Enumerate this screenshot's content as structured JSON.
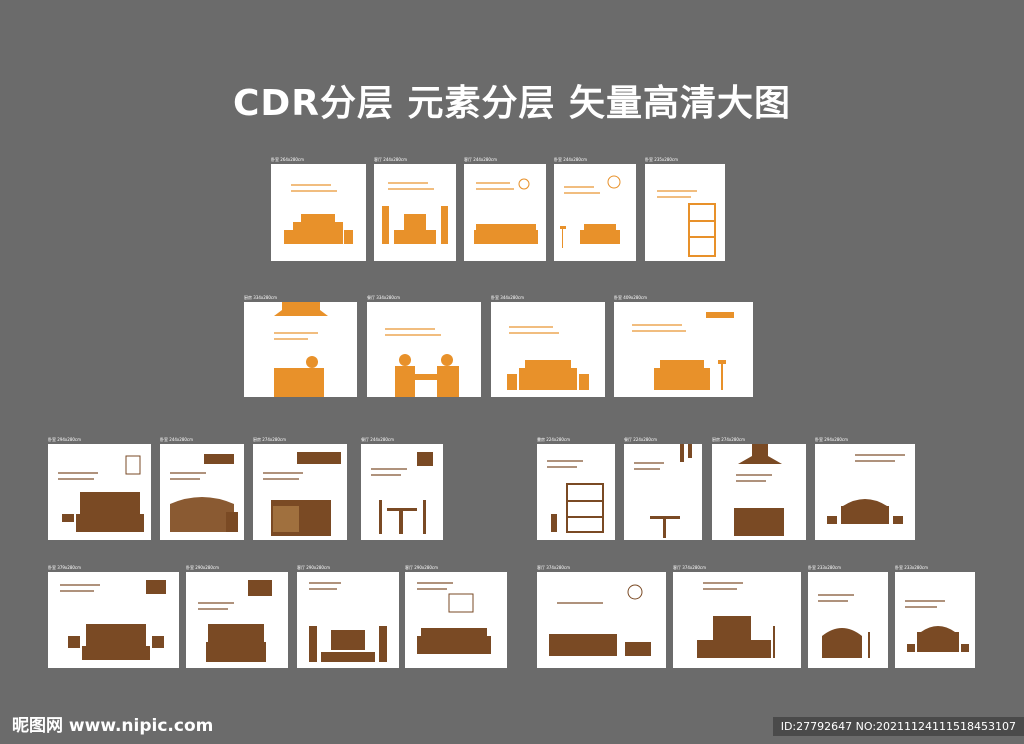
{
  "title": "CDR分层 元素分层 矢量高清大图",
  "watermark_left": "昵图网 www.nipic.com",
  "watermark_right": "ID:27792647 NO:20211124111518453107",
  "colors": {
    "orange": "#e8912a",
    "brown": "#7a4a24",
    "bg": "#6b6b6b"
  },
  "cards": [
    {
      "label": "卧室 264x280cm"
    },
    {
      "label": "客厅 244x280cm"
    },
    {
      "label": "客厅 244x280cm"
    },
    {
      "label": "卧室 244x280cm"
    },
    {
      "label": "卧室 235x280cm"
    },
    {
      "label": "厨房 334x280cm"
    },
    {
      "label": "餐厅 334x280cm"
    },
    {
      "label": "卧室 344x280cm"
    },
    {
      "label": "卧室 409x280cm"
    },
    {
      "label": "卧室 294x280cm"
    },
    {
      "label": "卧室 244x280cm"
    },
    {
      "label": "厨房 274x280cm"
    },
    {
      "label": "餐厅 244x280cm"
    },
    {
      "label": "書房 224x280cm"
    },
    {
      "label": "餐厅 224x280cm"
    },
    {
      "label": "厨房 274x280cm"
    },
    {
      "label": "卧室 294x280cm"
    },
    {
      "label": "卧室 379x280cm"
    },
    {
      "label": "卧室 290x280cm"
    },
    {
      "label": "客厅 290x280cm"
    },
    {
      "label": "客厅 290x280cm"
    },
    {
      "label": "客厅 374x280cm"
    },
    {
      "label": "客厅 374x280cm"
    },
    {
      "label": "卧室 233x280cm"
    },
    {
      "label": "卧室 233x280cm"
    }
  ]
}
